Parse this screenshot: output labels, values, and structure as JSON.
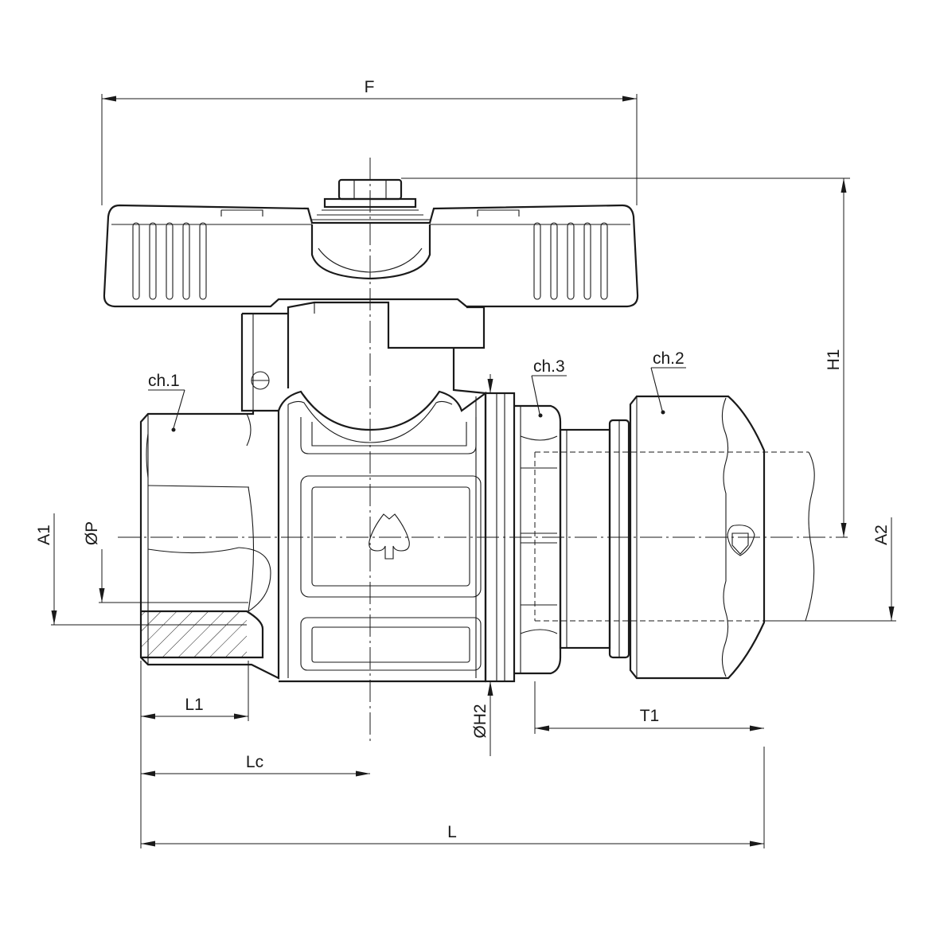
{
  "labels": {
    "F": "F",
    "H1": "H1",
    "A1": "A1",
    "A2": "A2",
    "P": "ØP",
    "L1": "L1",
    "Lc": "Lc",
    "L": "L",
    "H2": "ØH2",
    "T1": "T1",
    "ch1": "ch.1",
    "ch2": "ch.2",
    "ch3": "ch.3"
  },
  "colors": {
    "line": "#1a1a1a",
    "background": "#ffffff"
  }
}
